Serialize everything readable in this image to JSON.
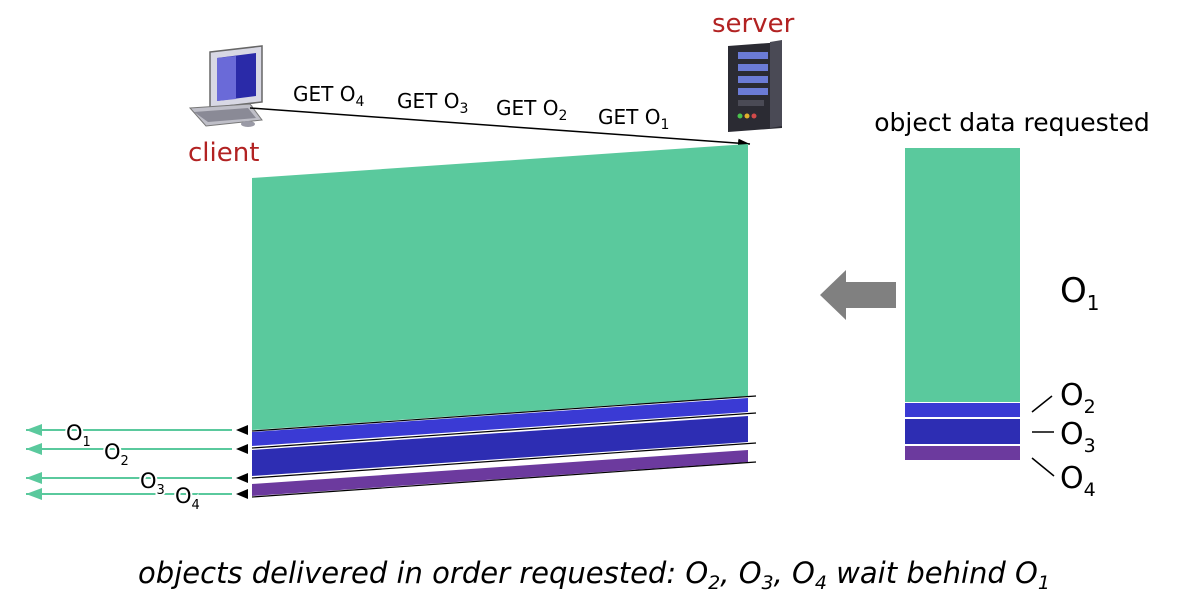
{
  "actors": {
    "client_label": "client",
    "server_label": "server"
  },
  "requests": [
    {
      "text": "GET O",
      "sub": "4"
    },
    {
      "text": "GET O",
      "sub": "3"
    },
    {
      "text": "GET O",
      "sub": "2"
    },
    {
      "text": "GET O",
      "sub": "1"
    }
  ],
  "panel": {
    "title": "object data requested",
    "objects": [
      {
        "label": "O",
        "sub": "1",
        "color": "#5ac99d"
      },
      {
        "label": "O",
        "sub": "2",
        "color": "#3a3ad4"
      },
      {
        "label": "O",
        "sub": "3",
        "color": "#2d2db3"
      },
      {
        "label": "O",
        "sub": "4",
        "color": "#6c3a9e"
      }
    ]
  },
  "delivered": [
    {
      "label": "O",
      "sub": "1"
    },
    {
      "label": "O",
      "sub": "2"
    },
    {
      "label": "O",
      "sub": "3"
    },
    {
      "label": "O",
      "sub": "4"
    }
  ],
  "caption": {
    "prefix": "objects delivered in order requested: ",
    "o2": "O",
    "o2_sub": "2",
    "sep1": ", ",
    "o3": "O",
    "o3_sub": "3",
    "sep2": ", ",
    "o4": "O",
    "o4_sub": "4",
    "middle": " wait behind ",
    "o1": "O",
    "o1_sub": "1"
  },
  "colors": {
    "green": "#5ac99d",
    "blue": "#3a3ad4",
    "dark_blue": "#2d2db3",
    "purple": "#6c3a9e",
    "arrow_grey": "#808080",
    "accent_red": "#b22222"
  }
}
